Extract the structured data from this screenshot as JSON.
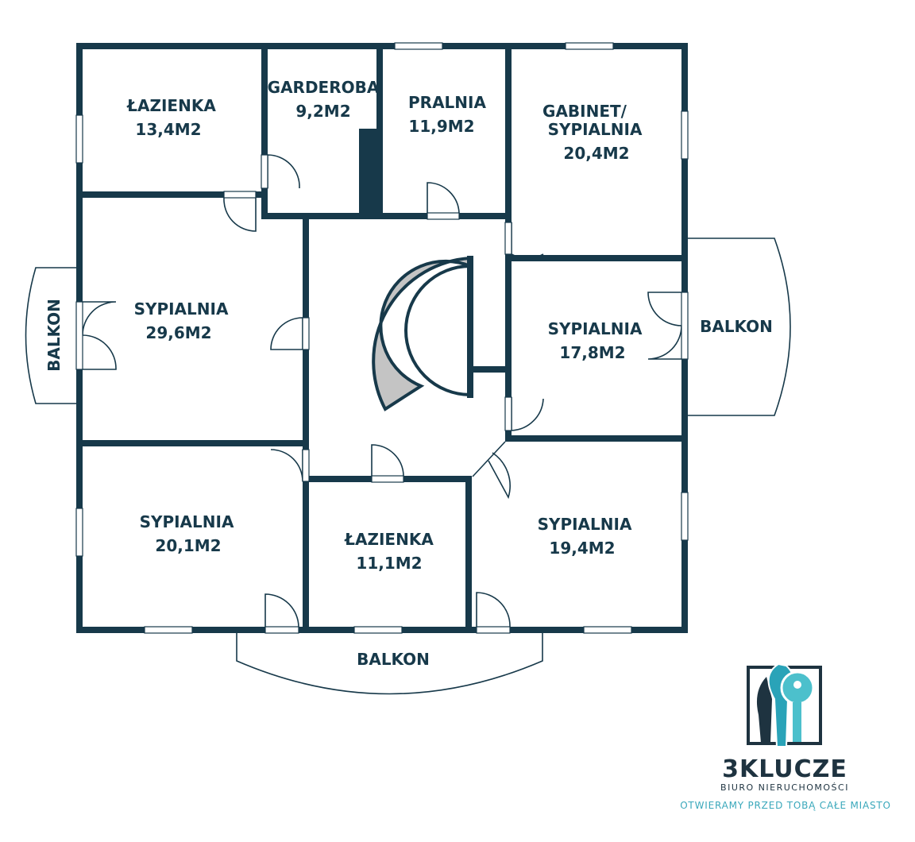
{
  "rooms": [
    {
      "name": "ŁAZIENKA",
      "area": "13,4M2"
    },
    {
      "name": "GARDEROBA",
      "area": "9,2M2"
    },
    {
      "name": "PRALNIA",
      "area": "11,9M2"
    },
    {
      "name": "GABINET/",
      "name2": "SYPIALNIA",
      "area": "20,4M2"
    },
    {
      "name": "SYPIALNIA",
      "area": "29,6M2"
    },
    {
      "name": "SYPIALNIA",
      "area": "17,8M2"
    },
    {
      "name": "SYPIALNIA",
      "area": "20,1M2"
    },
    {
      "name": "ŁAZIENKA",
      "area": "11,1M2"
    },
    {
      "name": "SYPIALNIA",
      "area": "19,4M2"
    }
  ],
  "balconies": {
    "left": "BALKON",
    "right": "BALKON",
    "bottom": "BALKON"
  },
  "logo": {
    "brand": "3KLUCZE",
    "subtitle": "BIURO NIERUCHOMOŚCI",
    "tagline": "OTWIERAMY PRZED TOBĄ CAŁE MIASTO",
    "colors": {
      "dark": "#1e3340",
      "teal": "#2aa3b8",
      "light_teal": "#4cc0cc"
    }
  },
  "colors": {
    "wall": "#17394a",
    "stairs": "#c4c4c4"
  }
}
